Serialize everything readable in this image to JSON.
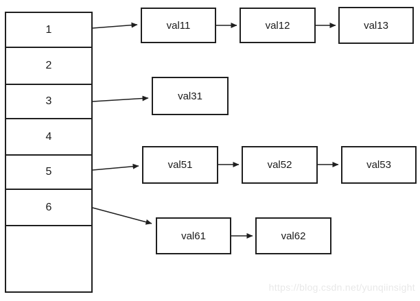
{
  "diagram": {
    "colors": {
      "background": "#ffffff",
      "line": "#1f1f1f",
      "text": "#1a1a1a",
      "watermark_text": "#e8e8e8"
    },
    "array": {
      "cells": [
        {
          "label": "1"
        },
        {
          "label": "2"
        },
        {
          "label": "3"
        },
        {
          "label": "4"
        },
        {
          "label": "5"
        },
        {
          "label": "6"
        },
        {
          "label": ""
        }
      ]
    },
    "lists": [
      {
        "bucket": "1",
        "nodes": [
          "val11",
          "val12",
          "val13"
        ]
      },
      {
        "bucket": "3",
        "nodes": [
          "val31"
        ]
      },
      {
        "bucket": "5",
        "nodes": [
          "val51",
          "val52",
          "val53"
        ]
      },
      {
        "bucket": "6",
        "nodes": [
          "val61",
          "val62"
        ]
      }
    ],
    "watermark": "https://blog.csdn.net/yunqiinsight"
  }
}
